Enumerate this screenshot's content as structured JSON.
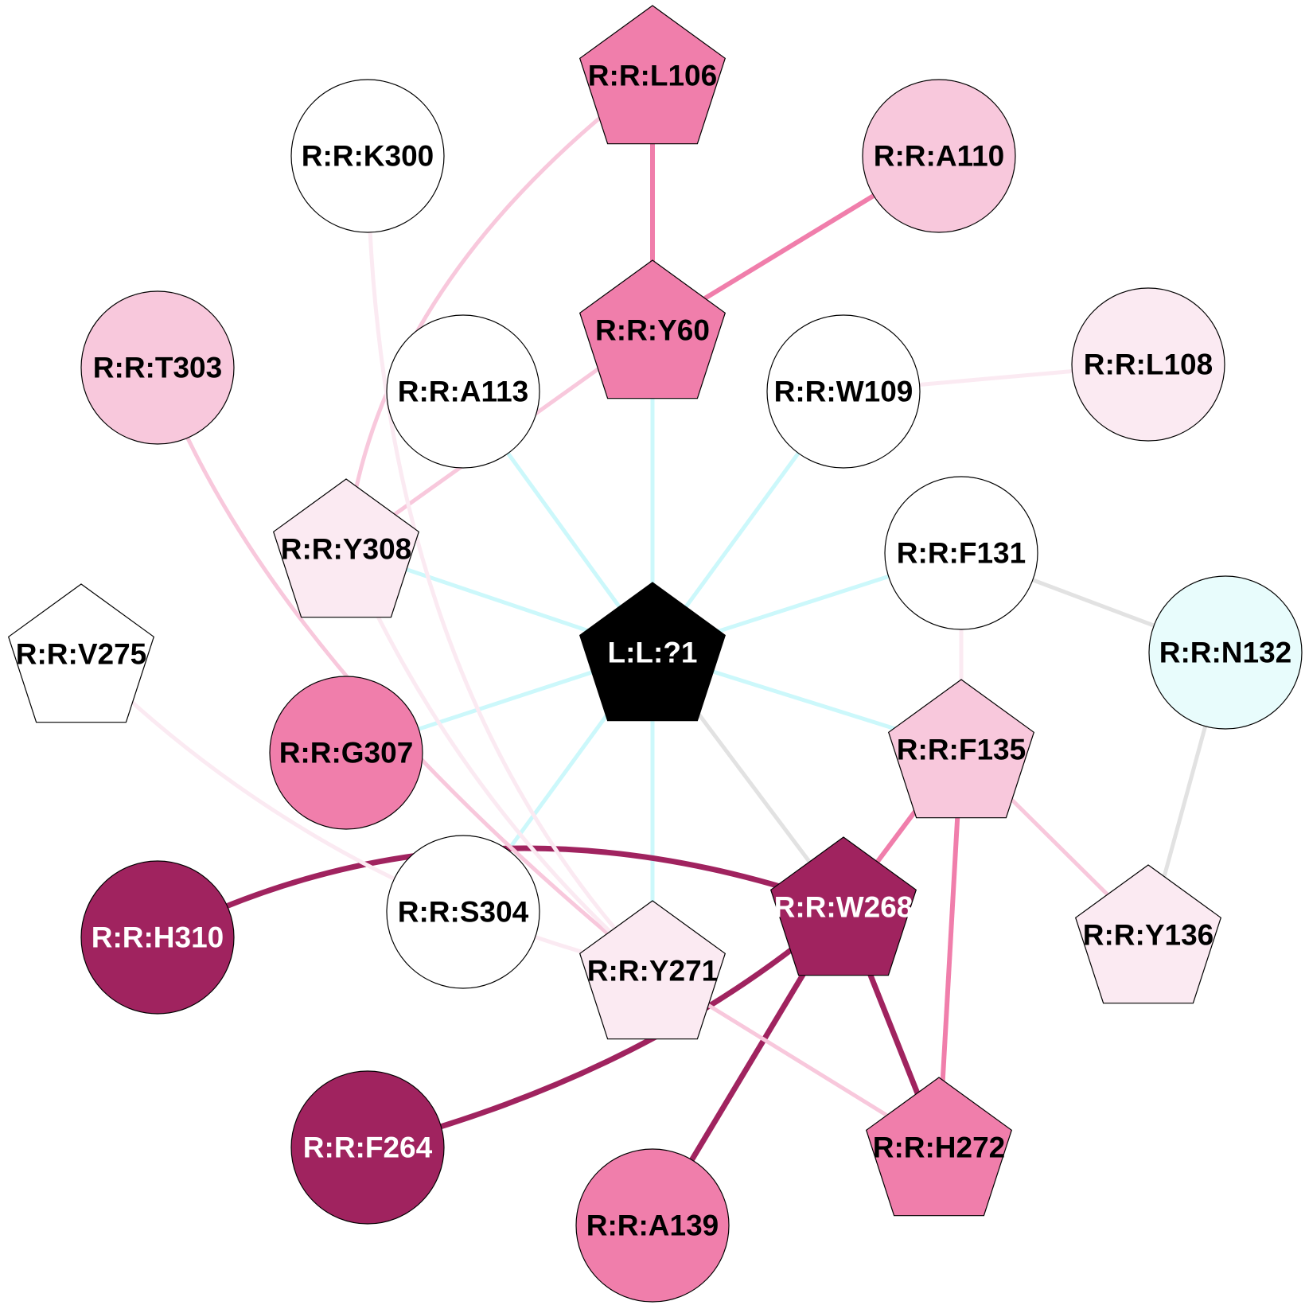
{
  "colors": {
    "dark": "#a0235f",
    "medium": "#f07eab",
    "light": "#f8c8dc",
    "pale": "#fbeaf2",
    "white": "#ffffff",
    "cyan": "#e8fcfc",
    "black": "#000000",
    "edge_cyan": "#ccf8fb",
    "edge_gray": "#e2e2e2"
  },
  "nodes": [
    {
      "id": "L1",
      "label": "L:L:?1",
      "shape": "pentagon",
      "fill": "black",
      "text": "white"
    },
    {
      "id": "L106",
      "label": "R:R:L106",
      "shape": "pentagon",
      "fill": "medium",
      "text": "black"
    },
    {
      "id": "K300",
      "label": "R:R:K300",
      "shape": "circle",
      "fill": "white",
      "text": "black"
    },
    {
      "id": "A110",
      "label": "R:R:A110",
      "shape": "circle",
      "fill": "light",
      "text": "black"
    },
    {
      "id": "Y60",
      "label": "R:R:Y60",
      "shape": "pentagon",
      "fill": "medium",
      "text": "black"
    },
    {
      "id": "T303",
      "label": "R:R:T303",
      "shape": "circle",
      "fill": "light",
      "text": "black"
    },
    {
      "id": "A113",
      "label": "R:R:A113",
      "shape": "circle",
      "fill": "white",
      "text": "black"
    },
    {
      "id": "W109",
      "label": "R:R:W109",
      "shape": "circle",
      "fill": "white",
      "text": "black"
    },
    {
      "id": "L108",
      "label": "R:R:L108",
      "shape": "circle",
      "fill": "pale",
      "text": "black"
    },
    {
      "id": "Y308",
      "label": "R:R:Y308",
      "shape": "pentagon",
      "fill": "pale",
      "text": "black"
    },
    {
      "id": "F131",
      "label": "R:R:F131",
      "shape": "circle",
      "fill": "white",
      "text": "black"
    },
    {
      "id": "V275",
      "label": "R:R:V275",
      "shape": "pentagon",
      "fill": "white",
      "text": "black"
    },
    {
      "id": "N132",
      "label": "R:R:N132",
      "shape": "circle",
      "fill": "cyan",
      "text": "black"
    },
    {
      "id": "G307",
      "label": "R:R:G307",
      "shape": "circle",
      "fill": "medium",
      "text": "black"
    },
    {
      "id": "F135",
      "label": "R:R:F135",
      "shape": "pentagon",
      "fill": "light",
      "text": "black"
    },
    {
      "id": "H310",
      "label": "R:R:H310",
      "shape": "circle",
      "fill": "dark",
      "text": "white"
    },
    {
      "id": "S304",
      "label": "R:R:S304",
      "shape": "circle",
      "fill": "white",
      "text": "black"
    },
    {
      "id": "W268",
      "label": "R:R:W268",
      "shape": "pentagon",
      "fill": "dark",
      "text": "white"
    },
    {
      "id": "Y271",
      "label": "R:R:Y271",
      "shape": "pentagon",
      "fill": "pale",
      "text": "black"
    },
    {
      "id": "Y136",
      "label": "R:R:Y136",
      "shape": "pentagon",
      "fill": "pale",
      "text": "black"
    },
    {
      "id": "F264",
      "label": "R:R:F264",
      "shape": "circle",
      "fill": "dark",
      "text": "white"
    },
    {
      "id": "H272",
      "label": "R:R:H272",
      "shape": "pentagon",
      "fill": "medium",
      "text": "black"
    },
    {
      "id": "A139",
      "label": "R:R:A139",
      "shape": "circle",
      "fill": "medium",
      "text": "black"
    }
  ],
  "edges": [
    {
      "from": "L1",
      "to": "Y60",
      "color": "edge_cyan"
    },
    {
      "from": "L1",
      "to": "A113",
      "color": "edge_cyan"
    },
    {
      "from": "L1",
      "to": "W109",
      "color": "edge_cyan"
    },
    {
      "from": "L1",
      "to": "Y308",
      "color": "edge_cyan"
    },
    {
      "from": "L1",
      "to": "F131",
      "color": "edge_cyan"
    },
    {
      "from": "L1",
      "to": "G307",
      "color": "edge_cyan"
    },
    {
      "from": "L1",
      "to": "F135",
      "color": "edge_cyan"
    },
    {
      "from": "L1",
      "to": "S304",
      "color": "edge_cyan"
    },
    {
      "from": "L1",
      "to": "Y271",
      "color": "edge_cyan"
    },
    {
      "from": "L1",
      "to": "W268",
      "color": "edge_gray"
    },
    {
      "from": "L106",
      "to": "Y60",
      "color": "medium"
    },
    {
      "from": "A110",
      "to": "Y60",
      "color": "medium"
    },
    {
      "from": "Y60",
      "to": "Y308",
      "color": "light"
    },
    {
      "from": "L106",
      "to": "Y308",
      "color": "light"
    },
    {
      "from": "W109",
      "to": "L108",
      "color": "pale"
    },
    {
      "from": "F131",
      "to": "N132",
      "color": "edge_gray"
    },
    {
      "from": "F131",
      "to": "F135",
      "color": "pale"
    },
    {
      "from": "N132",
      "to": "Y136",
      "color": "edge_gray"
    },
    {
      "from": "F135",
      "to": "Y136",
      "color": "light"
    },
    {
      "from": "F135",
      "to": "W268",
      "color": "medium"
    },
    {
      "from": "F135",
      "to": "H272",
      "color": "medium"
    },
    {
      "from": "W268",
      "to": "H272",
      "color": "dark"
    },
    {
      "from": "W268",
      "to": "A139",
      "color": "dark"
    },
    {
      "from": "W268",
      "to": "F264",
      "color": "dark"
    },
    {
      "from": "H310",
      "to": "W268",
      "color": "dark"
    },
    {
      "from": "Y271",
      "to": "H272",
      "color": "light"
    },
    {
      "from": "K300",
      "to": "Y271",
      "color": "pale"
    },
    {
      "from": "T303",
      "to": "Y271",
      "color": "light"
    },
    {
      "from": "Y308",
      "to": "Y271",
      "color": "pale"
    },
    {
      "from": "V275",
      "to": "Y271",
      "color": "pale"
    }
  ]
}
